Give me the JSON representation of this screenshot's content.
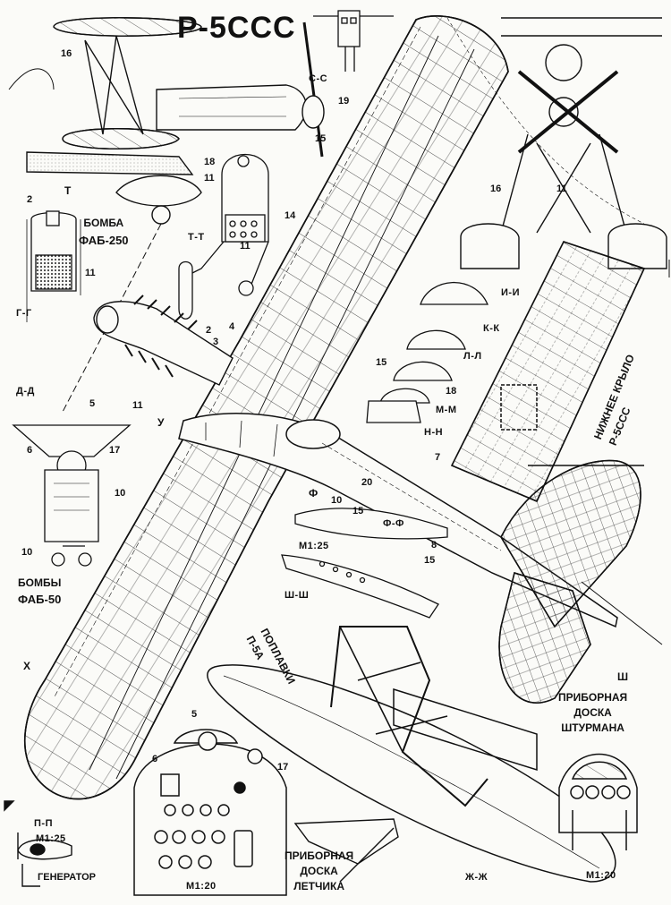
{
  "title": "Р-5ССС",
  "captions": {
    "bomb_fab250": [
      "БОМБА",
      "ФАБ-250"
    ],
    "bombs_fab50": [
      "БОМБЫ",
      "ФАБ-50"
    ],
    "lower_wing": [
      "НИЖНЕЕ КРЫЛО",
      "Р-5ССС"
    ],
    "floats": [
      "ПОПЛАВКИ",
      "П-5А"
    ],
    "navigator_panel": [
      "ПРИБОРНАЯ",
      "ДОСКА",
      "ШТУРМАНА"
    ],
    "pilot_panel": [
      "ПРИБОРНАЯ",
      "ДОСКА",
      "ЛЕТЧИКА"
    ],
    "generator": "ГЕНЕРАТОР"
  },
  "sections": {
    "s_s": "С-С",
    "t_t": "Т-Т",
    "g_g": "Г-Г",
    "d_d": "Д-Д",
    "i_i": "И-И",
    "k_k": "К-К",
    "l_l": "Л-Л",
    "m_m": "М-М",
    "n_n": "Н-Н",
    "f_f": "Ф-Ф",
    "sh_sh": "Ш-Ш",
    "p_p": "П-П",
    "zh_zh": "Ж-Ж",
    "mark_t": "Т",
    "mark_u": "У",
    "mark_f": "Ф",
    "mark_x": "Х",
    "mark_sh": "Ш"
  },
  "scales": {
    "s25_a": "М1:25",
    "s25_b": "М1:25",
    "s20_a": "М1:20",
    "s20_b": "М1:20"
  },
  "numbers": {
    "n16a": "16",
    "n19": "19",
    "n15a": "15",
    "n16b": "16",
    "n18a": "18",
    "n11a": "11",
    "n14": "14",
    "n11b": "11",
    "n11c": "11",
    "n2a": "2",
    "n11d": "11",
    "n2b": "2",
    "n3": "3",
    "n4": "4",
    "n15b": "15",
    "n18b": "18",
    "n11e": "11",
    "n5a": "5",
    "n6a": "6",
    "n17a": "17",
    "n10a": "10",
    "n10b": "10",
    "n15c": "15",
    "n20": "20",
    "n7": "7",
    "n8": "8",
    "n15d": "15",
    "n10c": "10",
    "n5b": "5",
    "n6b": "6",
    "n17b": "17"
  }
}
